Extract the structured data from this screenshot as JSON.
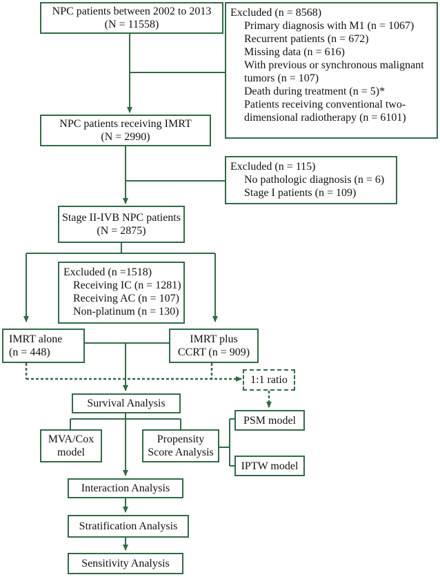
{
  "nodes": {
    "npc_all": {
      "line1": "NPC patients  between 2002 to 2013",
      "line2": "(N = 11558)"
    },
    "excluded1": {
      "title": "Excluded (n = 8568)",
      "items": [
        "Primary diagnosis with M1 (n = 1067)",
        "Recurrent patients (n = 672)",
        "Missing data (n = 616)",
        "With previous or synchronous malignant",
        "tumors (n = 107)",
        "Death during treatment (n = 5)*",
        "Patients receiving conventional two-",
        "dimensional radiotherapy (n = 6101)"
      ]
    },
    "npc_imrt": {
      "line1": "NPC patients receiving IMRT",
      "line2": "(N = 2990)"
    },
    "excluded2": {
      "title": "Excluded (n = 115)",
      "items": [
        "No pathologic diagnosis (n = 6)",
        "Stage I patients (n = 109)"
      ]
    },
    "stage": {
      "line1": "Stage II-IVB NPC patients",
      "line2": "(N = 2875)"
    },
    "excluded3": {
      "title": "Excluded (n =1518)",
      "items": [
        "Receiving IC (n = 1281)",
        "Receiving AC (n = 107)",
        "Non-platinum (n = 130)"
      ]
    },
    "imrt_alone": {
      "line1": "IMRT alone",
      "line2": "(n = 448)"
    },
    "imrt_ccrt": {
      "line1": "IMRT plus",
      "line2": "CCRT (n = 909)"
    },
    "ratio": {
      "label": "1:1 ratio"
    },
    "survival": {
      "label": "Survival Analysis"
    },
    "mva": {
      "line1": "MVA/Cox",
      "line2": "model"
    },
    "propensity": {
      "line1": "Propensity",
      "line2": "Score Analysis"
    },
    "psm": {
      "label": "PSM model"
    },
    "iptw": {
      "label": "IPTW model"
    },
    "interaction": {
      "label": "Interaction Analysis"
    },
    "stratification": {
      "label": "Stratification Analysis"
    },
    "sensitivity": {
      "label": "Sensitivity Analysis"
    }
  },
  "colors": {
    "line": "#2e6b45",
    "text": "#111111",
    "background": "#ffffff"
  }
}
